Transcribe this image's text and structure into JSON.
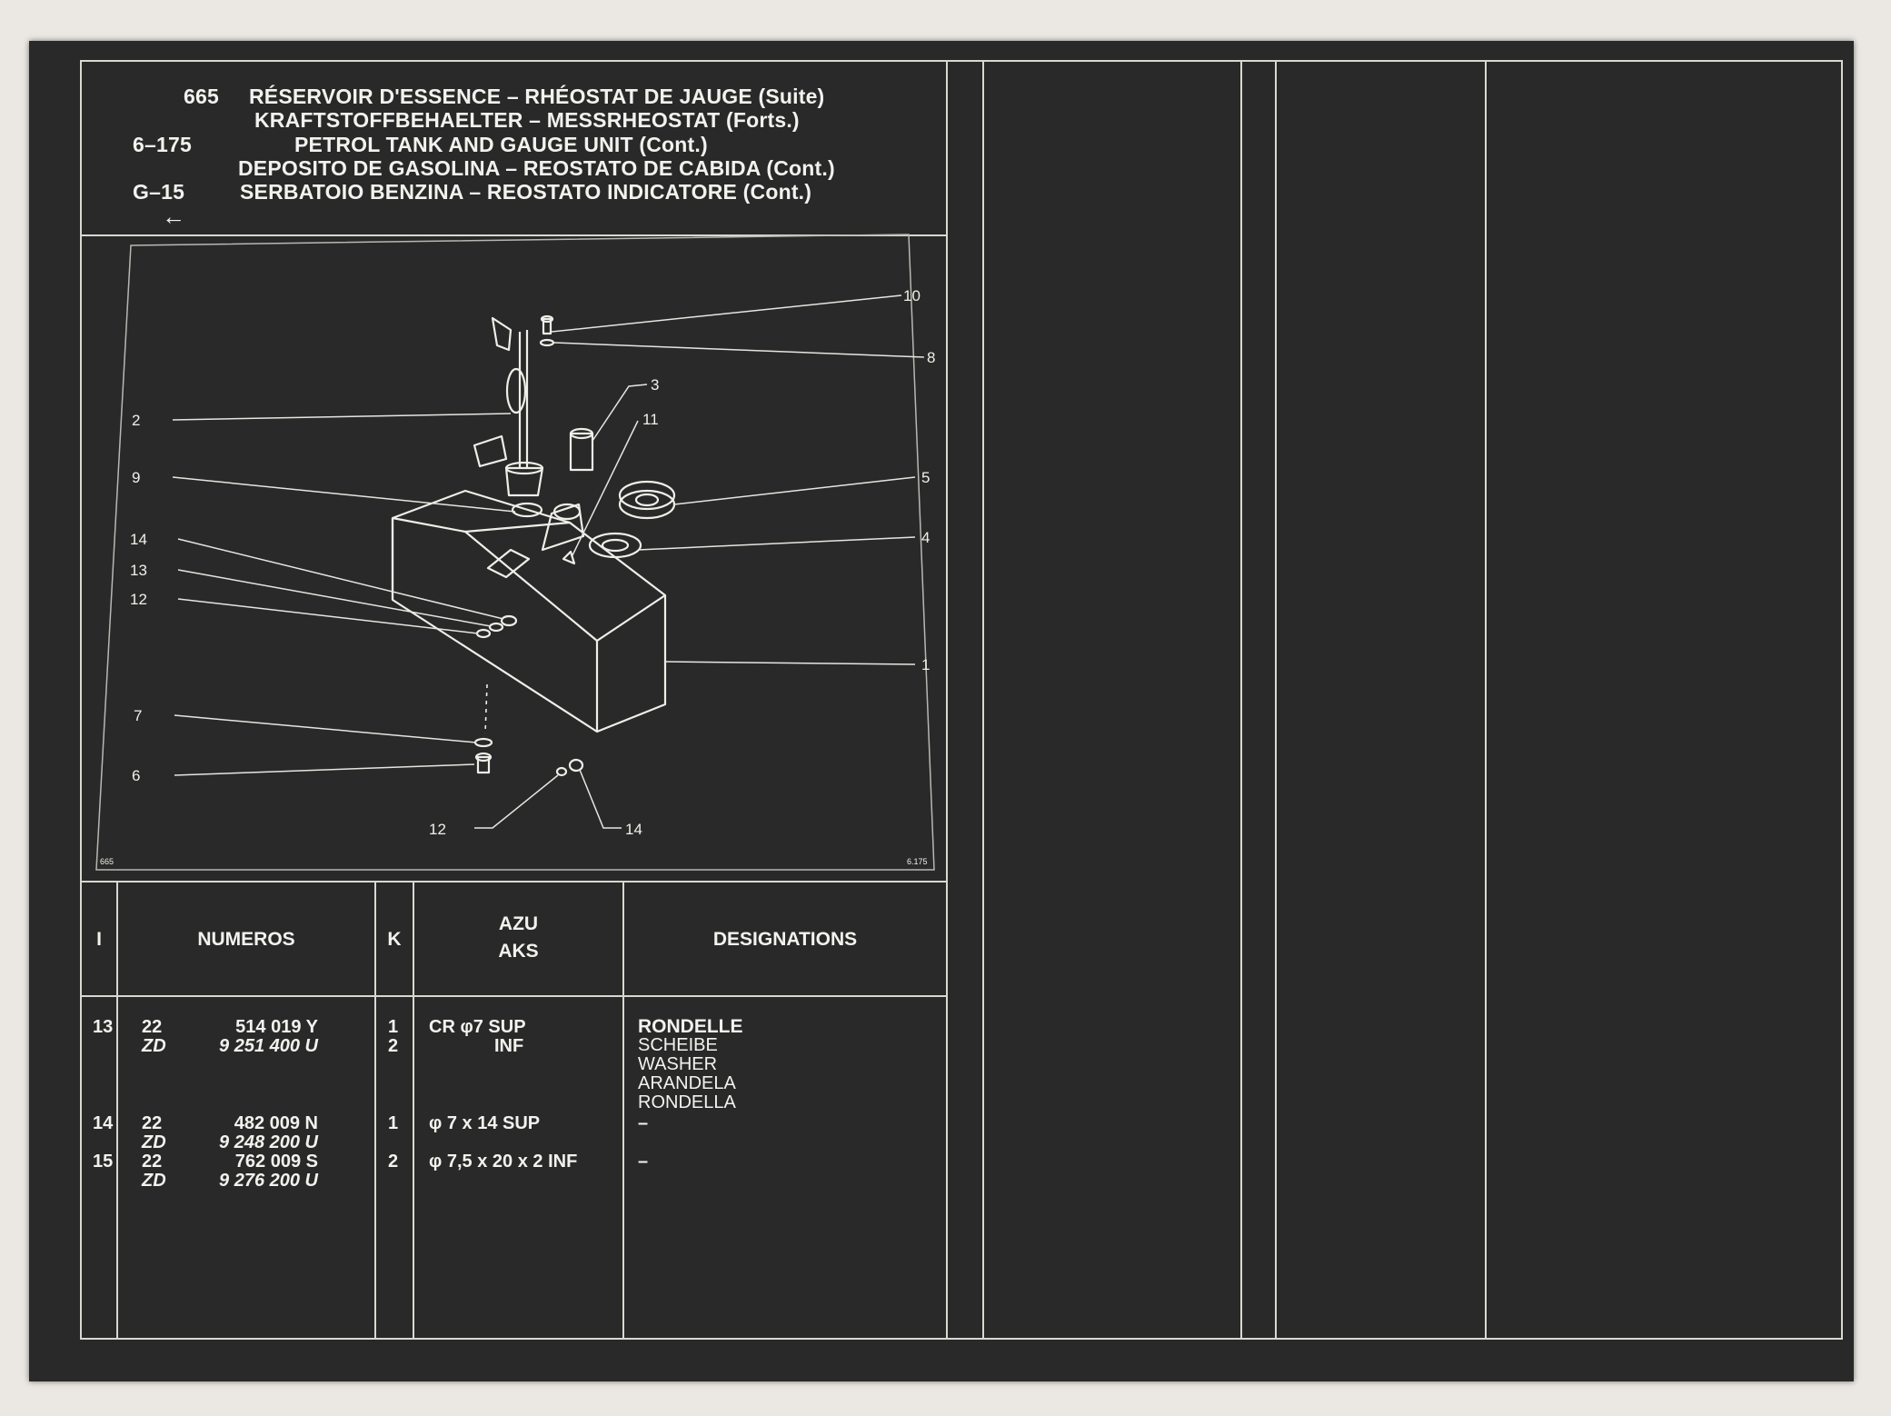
{
  "title": {
    "group_code": "665",
    "line_fr": "RÉSERVOIR D'ESSENCE – RHÉOSTAT DE JAUGE (Suite)",
    "line_de": "KRAFTSTOFFBEHAELTER – MESSRHEOSTAT (Forts.)",
    "ref_code": "6–175",
    "line_en": "PETROL TANK AND GAUGE UNIT (Cont.)",
    "line_es": "DEPOSITO DE GASOLINA – REOSTATO DE CABIDA (Cont.)",
    "ref_code2": "G–15",
    "line_it": "SERBATOIO BENZINA – REOSTATO INDICATORE (Cont.)",
    "arrow": "←"
  },
  "diagram": {
    "corner_left": "665",
    "corner_right": "6.175",
    "callouts": {
      "c10": "10",
      "c8": "8",
      "c3": "3",
      "c11": "11",
      "c2": "2",
      "c9": "9",
      "c5": "5",
      "c4": "4",
      "c14a": "14",
      "c13": "13",
      "c12a": "12",
      "c1": "1",
      "c7": "7",
      "c6": "6",
      "c12b": "12",
      "c14b": "14"
    }
  },
  "table": {
    "headers": {
      "index": "I",
      "numeros": "NUMEROS",
      "k": "K",
      "azu": "AZU",
      "aks": "AKS",
      "designations": "DESIGNATIONS"
    },
    "rows": [
      {
        "index": "13",
        "num1_prefix": "22",
        "num1": "514 019 Y",
        "num2_prefix": "ZD",
        "num2": "9 251 400 U",
        "k1": "1",
        "k2": "2",
        "azu1": "CR φ7  SUP",
        "azu2": "INF",
        "designation_main": "RONDELLE",
        "designation_de": "SCHEIBE",
        "designation_en": "WASHER",
        "designation_es": "ARANDELA",
        "designation_it": "RONDELLA"
      },
      {
        "index": "14",
        "num1_prefix": "22",
        "num1": "482 009 N",
        "num2_prefix": "ZD",
        "num2": "9 248 200 U",
        "k1": "1",
        "azu1": "φ 7 x 14 SUP",
        "designation_main": "–"
      },
      {
        "index": "15",
        "num1_prefix": "22",
        "num1": "762 009 S",
        "num2_prefix": "ZD",
        "num2": "9 276 200 U",
        "k1": "2",
        "azu1": "φ 7,5 x 20 x 2  INF",
        "designation_main": "–"
      }
    ]
  }
}
